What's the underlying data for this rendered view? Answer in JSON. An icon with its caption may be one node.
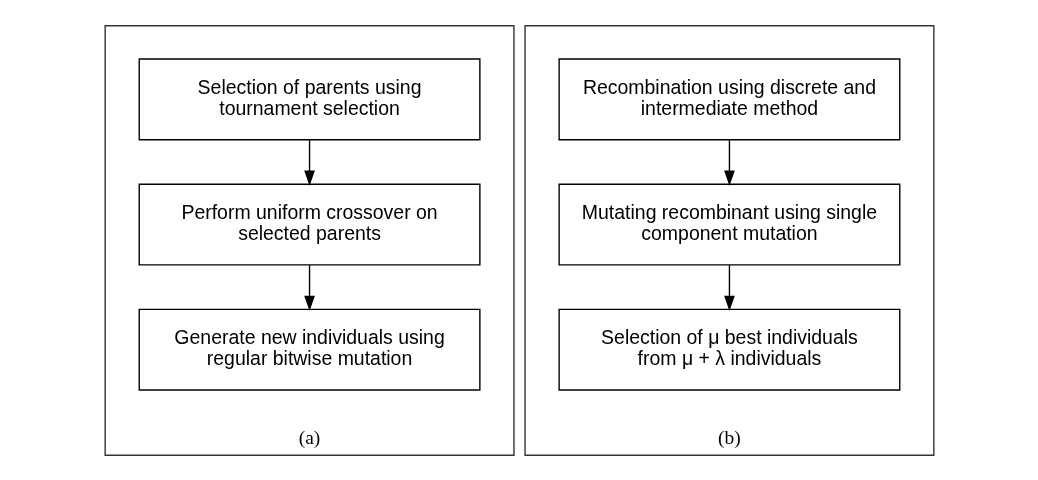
{
  "diagram": {
    "nodes": [
      {
        "text": [
          "(a)"
        ]
      },
      {
        "text": [
          "Selection of parents using tournament selection"
        ],
        "in": 0
      },
      {
        "text": [
          "Perform uniform crossover on selected parents"
        ],
        "in": 0
      },
      {
        "text": [
          "Generate new individuals using regular bitwise mutation"
        ],
        "in": 0
      },
      {
        "text": [
          "(b)"
        ]
      },
      {
        "text": [
          "Recombination using discrete and intermediate method"
        ],
        "in": 4
      },
      {
        "text": [
          "Mutating recombinant using single component mutation"
        ],
        "in": 4
      },
      {
        "text": [
          "Selection of μ best individuals from μ + λ individuals"
        ],
        "in": 4
      }
    ],
    "edges": [
      {
        "from": 1,
        "to": 2,
        "arrow": "to"
      },
      {
        "from": 2,
        "to": 3,
        "arrow": "to"
      },
      {
        "from": 5,
        "to": 6,
        "arrow": "to"
      },
      {
        "from": 6,
        "to": 7,
        "arrow": "to"
      }
    ]
  }
}
